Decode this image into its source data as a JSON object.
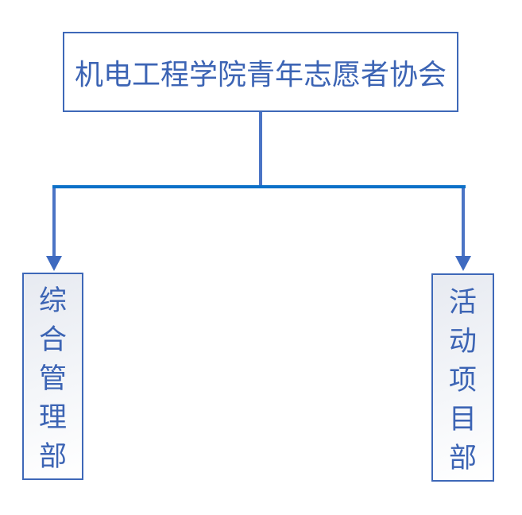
{
  "diagram": {
    "type": "org-chart",
    "title": "机电工程学院青年志愿者协会",
    "departments": [
      {
        "id": "general-management",
        "label": "综合管理部"
      },
      {
        "id": "activity-project",
        "label": "活动项目部"
      }
    ],
    "colors": {
      "box_border": "#3e68b8",
      "text": "#3c64b4",
      "connector_vertical": "#4b74c5",
      "connector_horizontal": "#0c70c8",
      "arrow": "#3e6ac0",
      "box_fill_top": "#e7eaf1",
      "box_fill_bottom": "#ffffff"
    }
  }
}
